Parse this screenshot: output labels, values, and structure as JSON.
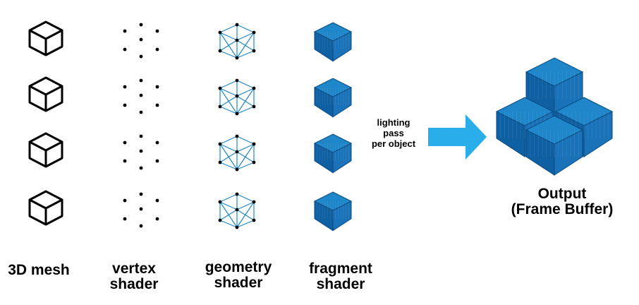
{
  "columns": [
    {
      "id": "mesh",
      "label": [
        "3D mesh"
      ]
    },
    {
      "id": "vertex",
      "label": [
        "vertex",
        "shader"
      ]
    },
    {
      "id": "geometry",
      "label": [
        "geometry",
        "shader"
      ]
    },
    {
      "id": "fragment",
      "label": [
        "fragment",
        "shader"
      ]
    }
  ],
  "rows": 4,
  "arrow_label": [
    "lighting",
    "pass",
    "per object"
  ],
  "output_label": [
    "Output",
    "(Frame Buffer)"
  ],
  "colors": {
    "cube_top": "#1f86c9",
    "cube_left": "#0f5fa3",
    "cube_right": "#1a73b8",
    "arrow": "#29aee9",
    "outline": "#000000",
    "wire": "#1e88c8"
  },
  "icons": [
    "cube-outline-icon",
    "vertex-dots-icon",
    "wireframe-cube-icon",
    "pixel-cube-icon",
    "right-arrow-icon"
  ]
}
